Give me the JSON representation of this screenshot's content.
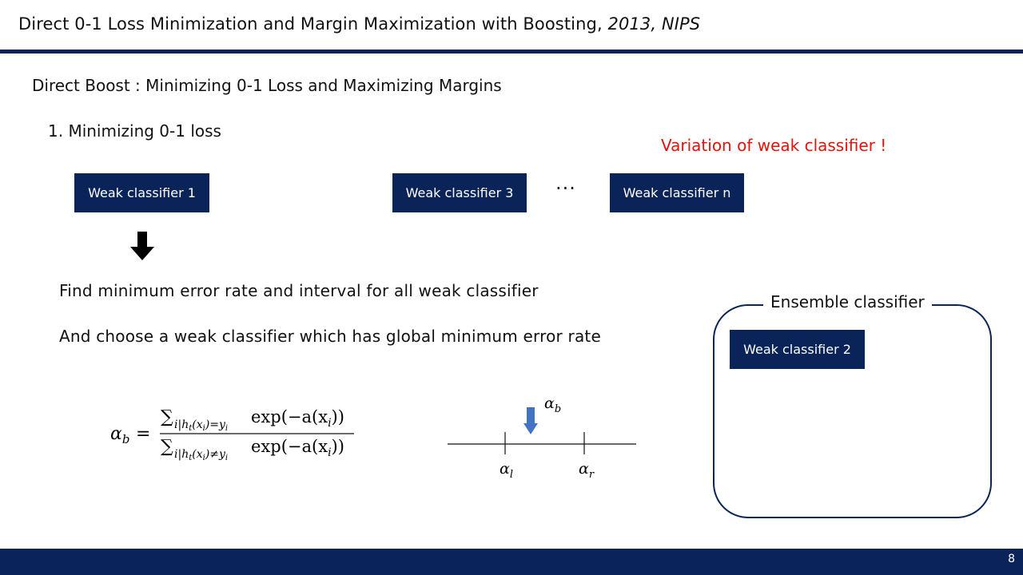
{
  "header": {
    "title_main": "Direct 0-1 Loss Minimization and Margin Maximization with Boosting, ",
    "title_italic": "2013, NIPS"
  },
  "slide": {
    "subtitle": "Direct Boost : Minimizing 0-1 Loss and Maximizing Margins",
    "section": "1. Minimizing 0-1 loss",
    "variation_note": "Variation of weak classifier !",
    "classifiers": {
      "first": "Weak classifier 1",
      "third": "Weak classifier 3",
      "ellipsis": "···",
      "last": "Weak classifier n"
    },
    "step1": "Find minimum error rate and interval for all weak classifier",
    "step2": "And choose a weak classifier which has global minimum error rate",
    "ensemble": {
      "label": "Ensemble classifier",
      "member": "Weak classifier 2"
    },
    "formula": {
      "lhs": "α",
      "lhs_sub": "b",
      "equals": "=",
      "numerator_sum": "∑",
      "numerator_index": "i|h",
      "numerator_index_cond": "(x",
      "numerator_index_end": ")=y",
      "numerator_expr": "exp(−a(x",
      "numerator_expr_end": "))",
      "denominator_sum": "∑",
      "denominator_index": "i|h",
      "denominator_index_cond": "(x",
      "denominator_index_end": ")≠y",
      "denominator_expr": "exp(−a(x",
      "denominator_expr_end": "))",
      "sub_t": "t",
      "sub_i": "i"
    },
    "interval": {
      "alpha": "α",
      "b": "b",
      "l": "l",
      "r": "r"
    },
    "colors": {
      "navy": "#0a2459",
      "accent_red": "#e3120b",
      "arrow_blue": "#4472c4"
    }
  },
  "footer": {
    "page_number": "8"
  }
}
